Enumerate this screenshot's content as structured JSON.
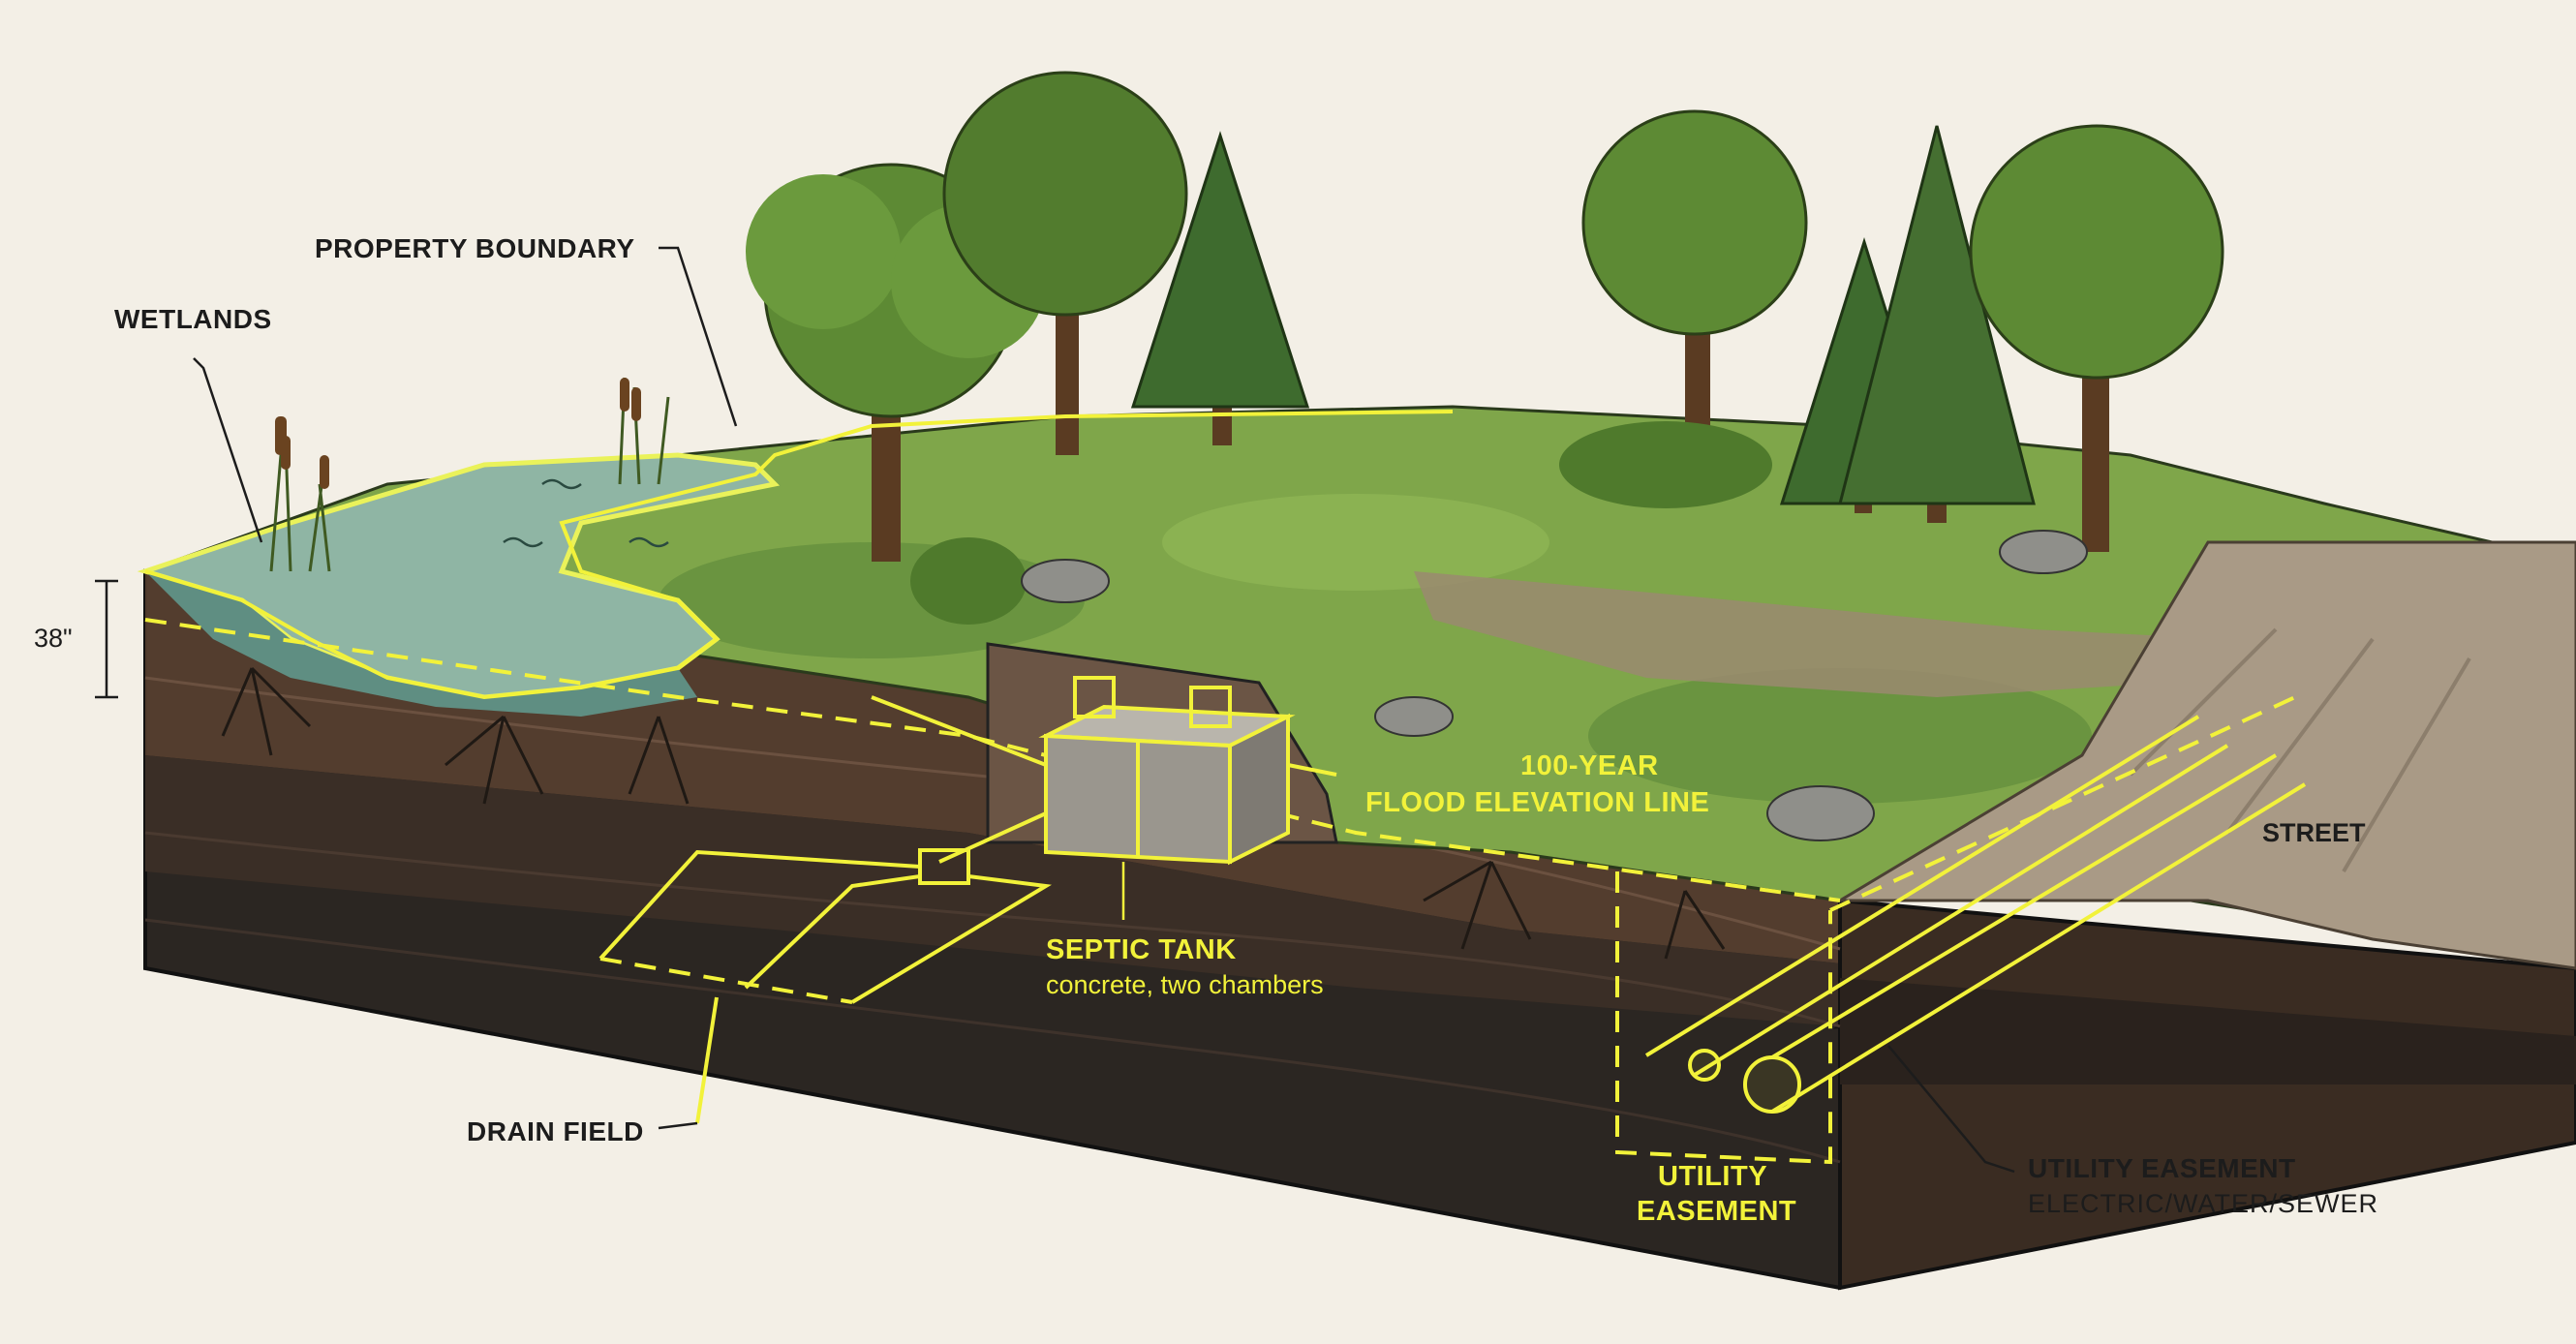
{
  "labels": {
    "property_boundary": "PROPERTY BOUNDARY",
    "wetlands": "WETLANDS",
    "dimension": "38\"",
    "flood_line_1": "100-YEAR",
    "flood_line_2": "FLOOD ELEVATION LINE",
    "septic_title": "SEPTIC TANK",
    "septic_sub": "concrete, two chambers",
    "drain_field": "DRAIN FIELD",
    "street": "STREET",
    "utility_box_1": "UTILITY",
    "utility_box_2": "EASEMENT",
    "utility_title": "UTILITY EASEMENT",
    "utility_sub": "ELECTRIC/WATER/SEWER"
  },
  "colors": {
    "background": "#f3efe6",
    "annotation_yellow": "#f2f23a",
    "grass": "#7fa64a",
    "soil_dark": "#2b2622",
    "water": "#7fa79a",
    "street": "#a99a86"
  }
}
